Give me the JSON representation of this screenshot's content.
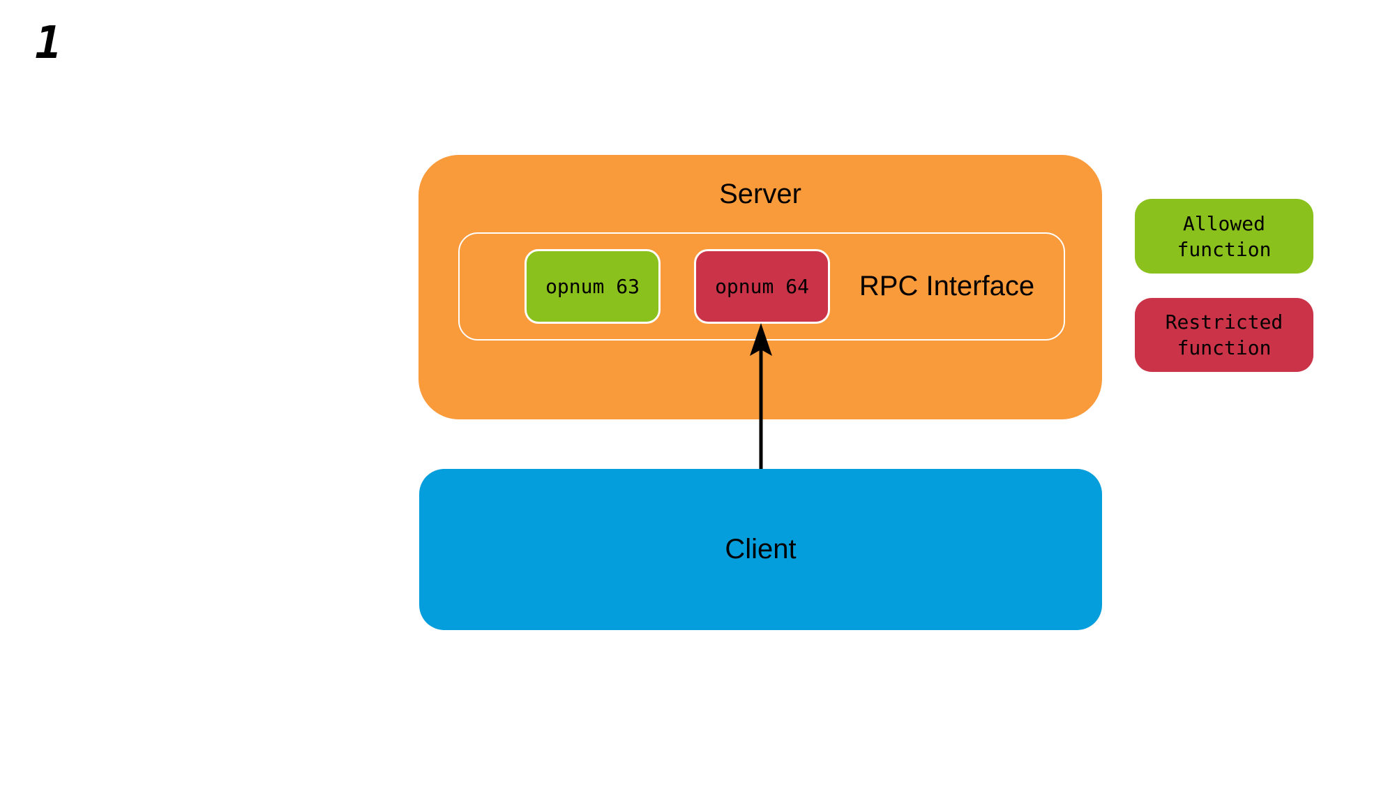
{
  "page": {
    "step_number": "1"
  },
  "colors": {
    "server": "#F99A3B",
    "client": "#049EDC",
    "allowed": "#8BC11D",
    "restricted": "#CB3448",
    "arrow": "#000000",
    "box_border": "#FFFFFF"
  },
  "diagram": {
    "server": {
      "label": "Server",
      "rpc_interface": {
        "label": "RPC Interface",
        "functions": [
          {
            "label": "opnum 63",
            "status": "allowed"
          },
          {
            "label": "opnum 64",
            "status": "restricted"
          }
        ]
      }
    },
    "client": {
      "label": "Client"
    },
    "arrow": {
      "from": "Client",
      "to": "opnum 64"
    }
  },
  "legend": {
    "allowed": {
      "line1": "Allowed",
      "line2": "function"
    },
    "restricted": {
      "line1": "Restricted",
      "line2": "function"
    }
  }
}
